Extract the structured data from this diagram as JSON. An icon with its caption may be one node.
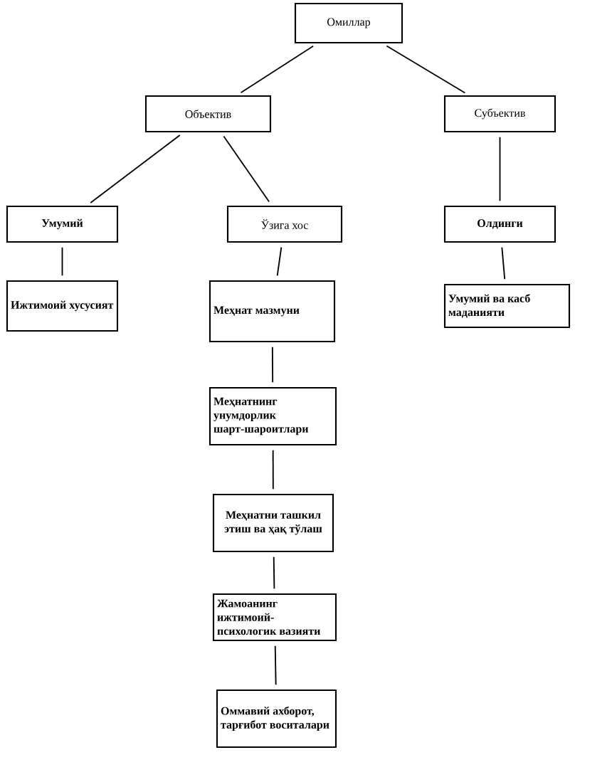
{
  "diagram": {
    "nodes": [
      {
        "text": [
          "Омиллар"
        ]
      },
      {
        "text": [
          "Объектив"
        ]
      },
      {
        "text": [
          "Субъектив"
        ]
      },
      {
        "text": [
          "Умумий"
        ]
      },
      {
        "text": [
          "Ўзига хос"
        ]
      },
      {
        "text": [
          "Олдинги"
        ]
      },
      {
        "text": [
          "Ижтимоий хусусият"
        ]
      },
      {
        "text": [
          "Меҳнат мазмуни"
        ]
      },
      {
        "text": [
          "Умумий ва касб маданияти"
        ]
      },
      {
        "text": [
          "Меҳнатнинг унумдорлик шарт-шароитлари"
        ]
      },
      {
        "text": [
          "Меҳнатни ташкил этиш ва ҳақ тўлаш"
        ]
      },
      {
        "text": [
          "Жамоанинг ижтимоий-психологик вазияти"
        ]
      },
      {
        "text": [
          "Оммавий ахборот, тарғибот воситалари"
        ]
      }
    ],
    "edges": [
      {
        "from": 0,
        "to": 1,
        "arrow": "none"
      },
      {
        "from": 0,
        "to": 2,
        "arrow": "none"
      },
      {
        "from": 1,
        "to": 3,
        "arrow": "none"
      },
      {
        "from": 1,
        "to": 4,
        "arrow": "none"
      },
      {
        "from": 2,
        "to": 5,
        "arrow": "none"
      },
      {
        "from": 3,
        "to": 6,
        "arrow": "none"
      },
      {
        "from": 4,
        "to": 7,
        "arrow": "none"
      },
      {
        "from": 5,
        "to": 8,
        "arrow": "none"
      },
      {
        "from": 7,
        "to": 9,
        "arrow": "none"
      },
      {
        "from": 9,
        "to": 10,
        "arrow": "none"
      },
      {
        "from": 10,
        "to": 11,
        "arrow": "none"
      },
      {
        "from": 11,
        "to": 12,
        "arrow": "none"
      }
    ]
  }
}
